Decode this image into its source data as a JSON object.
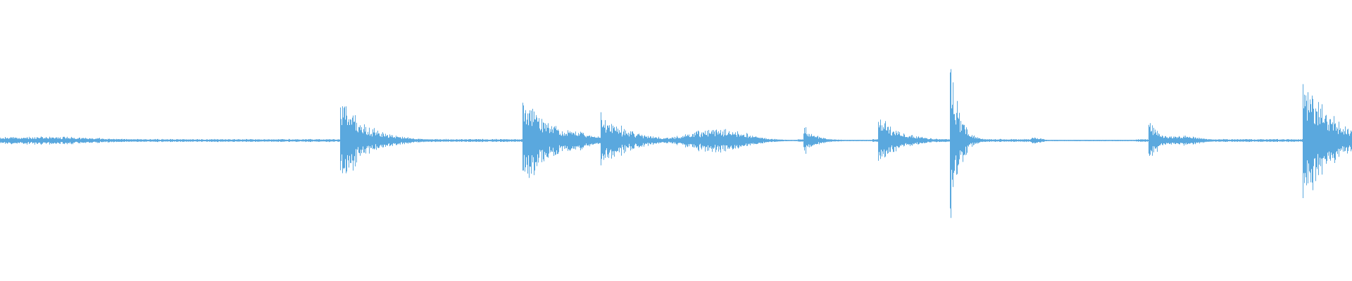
{
  "waveform": {
    "color": "#5aa8de",
    "background": "#ffffff",
    "duration_fraction_samples": 1920,
    "events": [
      {
        "at": 0.03,
        "amp": 0.025,
        "decay": 0.04,
        "kind": "noise"
      },
      {
        "at": 0.252,
        "amp": 0.29,
        "decay": 0.018,
        "kind": "impact"
      },
      {
        "at": 0.387,
        "amp": 0.3,
        "decay": 0.022,
        "kind": "impact"
      },
      {
        "at": 0.425,
        "amp": 0.07,
        "decay": 0.01,
        "kind": "bump"
      },
      {
        "at": 0.445,
        "amp": 0.19,
        "decay": 0.02,
        "kind": "impact"
      },
      {
        "at": 0.53,
        "amp": 0.08,
        "decay": 0.02,
        "kind": "bump"
      },
      {
        "at": 0.595,
        "amp": 0.09,
        "decay": 0.008,
        "kind": "impact"
      },
      {
        "at": 0.65,
        "amp": 0.17,
        "decay": 0.015,
        "kind": "impact"
      },
      {
        "at": 0.703,
        "amp": 0.57,
        "decay": 0.006,
        "kind": "spike"
      },
      {
        "at": 0.766,
        "amp": 0.02,
        "decay": 0.004,
        "kind": "bump"
      },
      {
        "at": 0.85,
        "amp": 0.13,
        "decay": 0.01,
        "kind": "impact"
      },
      {
        "at": 0.876,
        "amp": 0.035,
        "decay": 0.01,
        "kind": "bump"
      },
      {
        "at": 0.964,
        "amp": 0.45,
        "decay": 0.02,
        "kind": "spike"
      }
    ],
    "silent_gaps": [
      [
        0.575,
        0.59
      ],
      [
        0.61,
        0.645
      ],
      [
        0.77,
        0.84
      ]
    ],
    "baseline_amplitude": 0.006
  }
}
